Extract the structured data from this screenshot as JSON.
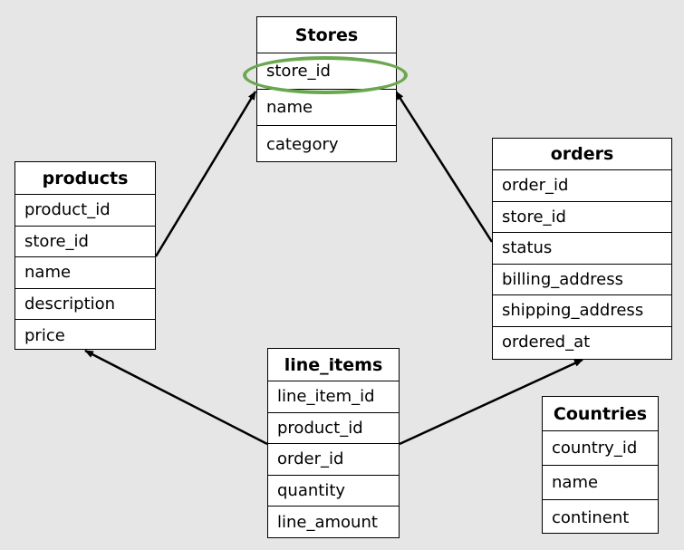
{
  "tables": {
    "stores": {
      "title": "Stores",
      "fields": [
        "store_id",
        "name",
        "category"
      ]
    },
    "products": {
      "title": "products",
      "fields": [
        "product_id",
        "store_id",
        "name",
        "description",
        "price"
      ]
    },
    "orders": {
      "title": "orders",
      "fields": [
        "order_id",
        "store_id",
        "status",
        "billing_address",
        "shipping_address",
        "ordered_at"
      ]
    },
    "line_items": {
      "title": "line_items",
      "fields": [
        "line_item_id",
        "product_id",
        "order_id",
        "quantity",
        "line_amount"
      ]
    },
    "countries": {
      "title": "Countries",
      "fields": [
        "country_id",
        "name",
        "continent"
      ]
    }
  },
  "relationships": [
    {
      "from": "products.store_id",
      "to": "stores.store_id"
    },
    {
      "from": "orders.status",
      "to": "stores.store_id"
    },
    {
      "from": "line_items.order_id",
      "to": "products.price"
    },
    {
      "from": "line_items.order_id",
      "to": "orders.ordered_at"
    }
  ],
  "highlight": {
    "field": "stores.store_id",
    "color": "#6aa84f"
  },
  "colors": {
    "background": "#e6e6e6",
    "table_fill": "#ffffff",
    "border": "#000000",
    "connector": "#000000"
  }
}
